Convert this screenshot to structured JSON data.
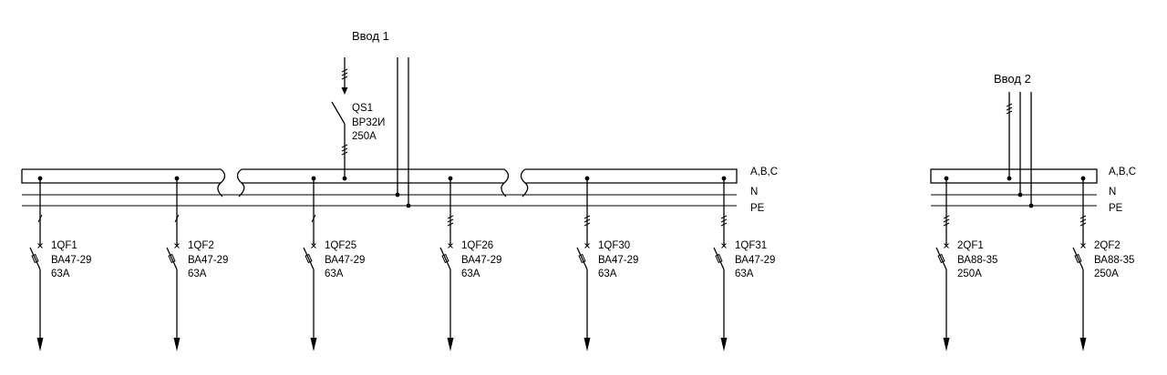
{
  "input1": {
    "label": "Ввод 1"
  },
  "input2": {
    "label": "Ввод 2"
  },
  "main_switch": {
    "name": "QS1",
    "model": "ВР32И",
    "rating": "250А"
  },
  "bus_labels": {
    "phases": "A,B,C",
    "neutral": "N",
    "protective_earth": "PE"
  },
  "breakers1": [
    {
      "name": "1QF1",
      "model": "ВА47-29",
      "rating": "63А"
    },
    {
      "name": "1QF2",
      "model": "ВА47-29",
      "rating": "63А"
    },
    {
      "name": "1QF25",
      "model": "ВА47-29",
      "rating": "63А"
    },
    {
      "name": "1QF26",
      "model": "ВА47-29",
      "rating": "63А"
    },
    {
      "name": "1QF30",
      "model": "ВА47-29",
      "rating": "63А"
    },
    {
      "name": "1QF31",
      "model": "ВА47-29",
      "rating": "63А"
    }
  ],
  "breakers2": [
    {
      "name": "2QF1",
      "model": "ВА88-35",
      "rating": "250А"
    },
    {
      "name": "2QF2",
      "model": "ВА88-35",
      "rating": "250А"
    }
  ],
  "colors": {
    "line": "#000000",
    "background": "#ffffff"
  }
}
